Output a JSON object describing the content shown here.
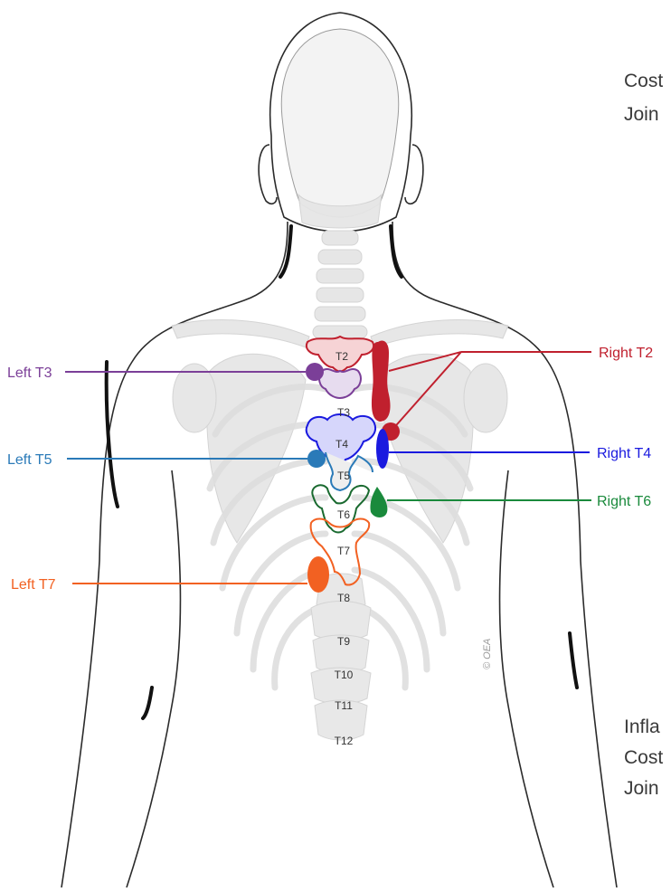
{
  "labels": {
    "left_t3": "Left T3",
    "left_t5": "Left T5",
    "left_t7": "Left T7",
    "right_t2": "Right T2",
    "right_t4": "Right T4",
    "right_t6": "Right T6"
  },
  "vertebrae": [
    "T2",
    "T3",
    "T4",
    "T5",
    "T6",
    "T7",
    "T8",
    "T9",
    "T10",
    "T11",
    "T12"
  ],
  "top_text": [
    "Cost",
    "Join"
  ],
  "bottom_text": [
    "Infla",
    "Cost",
    "Join"
  ],
  "copyright": "© OEA",
  "colors": {
    "t2": "#c0202e",
    "t3": "#7b3f98",
    "t4": "#1a1adf",
    "t5": "#2a7ab8",
    "t6": "#1a8a3c",
    "t7": "#f26122",
    "outline": "#2b2b2b",
    "bone": "#e6e6e6"
  }
}
